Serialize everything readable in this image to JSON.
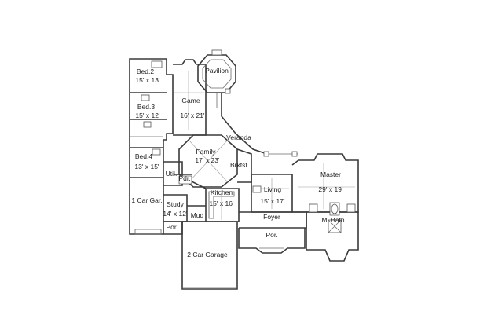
{
  "rooms": [
    {
      "id": "bed2",
      "name": "Bed.2",
      "size": "15' x 13'"
    },
    {
      "id": "pavilion",
      "name": "Pavilion",
      "size": ""
    },
    {
      "id": "game",
      "name": "Game",
      "size": "16' x 21'"
    },
    {
      "id": "bed3",
      "name": "Bed.3",
      "size": "15' x 12'"
    },
    {
      "id": "veranda",
      "name": "Veranda",
      "size": ""
    },
    {
      "id": "family",
      "name": "Family",
      "size": "17' x 23'"
    },
    {
      "id": "bed4",
      "name": "Bed.4",
      "size": "13' x 15'"
    },
    {
      "id": "brkfst",
      "name": "Brkfst.",
      "size": ""
    },
    {
      "id": "master",
      "name": "Master",
      "size": "29' x 19'"
    },
    {
      "id": "util",
      "name": "Util.",
      "size": ""
    },
    {
      "id": "pdr",
      "name": "Pdr.",
      "size": ""
    },
    {
      "id": "living",
      "name": "Living",
      "size": "15' x 17'"
    },
    {
      "id": "kitchen",
      "name": "Kitchen",
      "size": "15' x 16'"
    },
    {
      "id": "one-car-garage",
      "name": "1 Car Gar.",
      "size": ""
    },
    {
      "id": "study",
      "name": "Study",
      "size": "14' x 12'"
    },
    {
      "id": "mud",
      "name": "Mud",
      "size": ""
    },
    {
      "id": "foyer",
      "name": "Foyer",
      "size": ""
    },
    {
      "id": "mbath",
      "name": "M. Bath",
      "size": ""
    },
    {
      "id": "por-left",
      "name": "Por.",
      "size": ""
    },
    {
      "id": "por-front",
      "name": "Por.",
      "size": ""
    },
    {
      "id": "two-car-garage",
      "name": "2 Car Garage",
      "size": ""
    }
  ]
}
